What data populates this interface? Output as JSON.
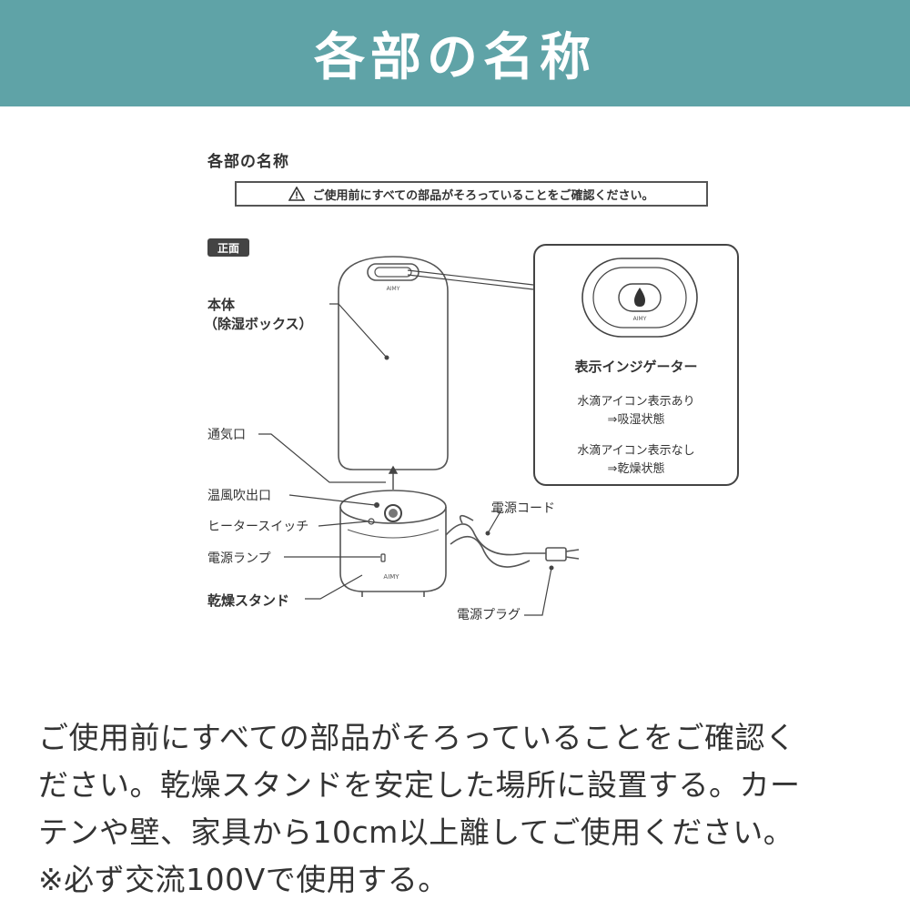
{
  "banner": {
    "title": "各部の名称"
  },
  "diagram": {
    "section_title": "各部の名称",
    "caution_text": "ご使用前にすべての部品がそろっていることをご確認ください。",
    "front_tag": "正面",
    "labels": {
      "main_body_line1": "本体",
      "main_body_line2": "（除湿ボックス）",
      "vent": "通気口",
      "warm_air_outlet": "温風吹出口",
      "heater_switch": "ヒータースイッチ",
      "power_lamp": "電源ランプ",
      "drying_stand": "乾燥スタンド",
      "power_cord": "電源コード",
      "power_plug": "電源プラグ"
    },
    "brand": "AIMY",
    "callout": {
      "title": "表示インジゲーター",
      "line1": "水滴アイコン表示あり",
      "line2": "⇒吸湿状態",
      "line3": "水滴アイコン表示なし",
      "line4": "⇒乾燥状態",
      "brand": "AIMY"
    }
  },
  "description": {
    "line1": "ご使用前にすべての部品がそろっていることをご確認く",
    "line2": "ださい。乾燥スタンドを安定した場所に設置する。カー",
    "line3": "テンや壁、家具から10cm以上離してご使用ください。",
    "line4": "※必ず交流100Vで使用する。"
  },
  "colors": {
    "banner": "#5fa3a7",
    "text": "#333333"
  },
  "icons": [
    "warning-triangle-icon",
    "water-drop-icon"
  ]
}
